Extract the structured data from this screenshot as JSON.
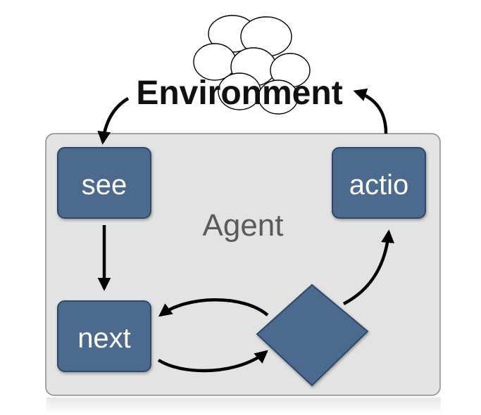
{
  "diagram": {
    "environment_label": "Environment",
    "agent_label": "Agent",
    "see_label": "see",
    "next_label": "next",
    "action_label": "actio"
  },
  "colors": {
    "box_fill": "#4b6a8e",
    "box_stroke": "#2f4a68",
    "agent_panel": "#e3e3e3",
    "arrow": "#000000"
  },
  "icons": {
    "environment": "cloud-icon",
    "state": "diamond-shape"
  }
}
